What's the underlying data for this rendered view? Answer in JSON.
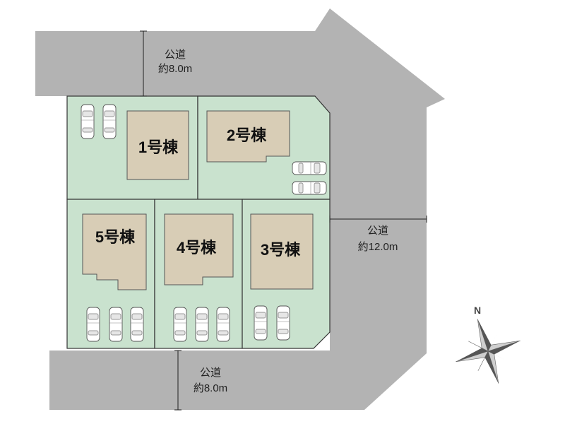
{
  "lots": [
    {
      "id": "1",
      "label": "1号棟"
    },
    {
      "id": "2",
      "label": "2号棟"
    },
    {
      "id": "3",
      "label": "3号棟"
    },
    {
      "id": "4",
      "label": "4号棟"
    },
    {
      "id": "5",
      "label": "5号棟"
    }
  ],
  "roads": {
    "north": {
      "name": "公道",
      "width": "約8.0m"
    },
    "east": {
      "name": "公道",
      "width": "約12.0m"
    },
    "south": {
      "name": "公道",
      "width": "約8.0m"
    }
  },
  "compass": {
    "label": "N"
  },
  "colors": {
    "road": "#b3b3b3",
    "lot": "#c9e2ce",
    "house": "#d8cdb6"
  }
}
